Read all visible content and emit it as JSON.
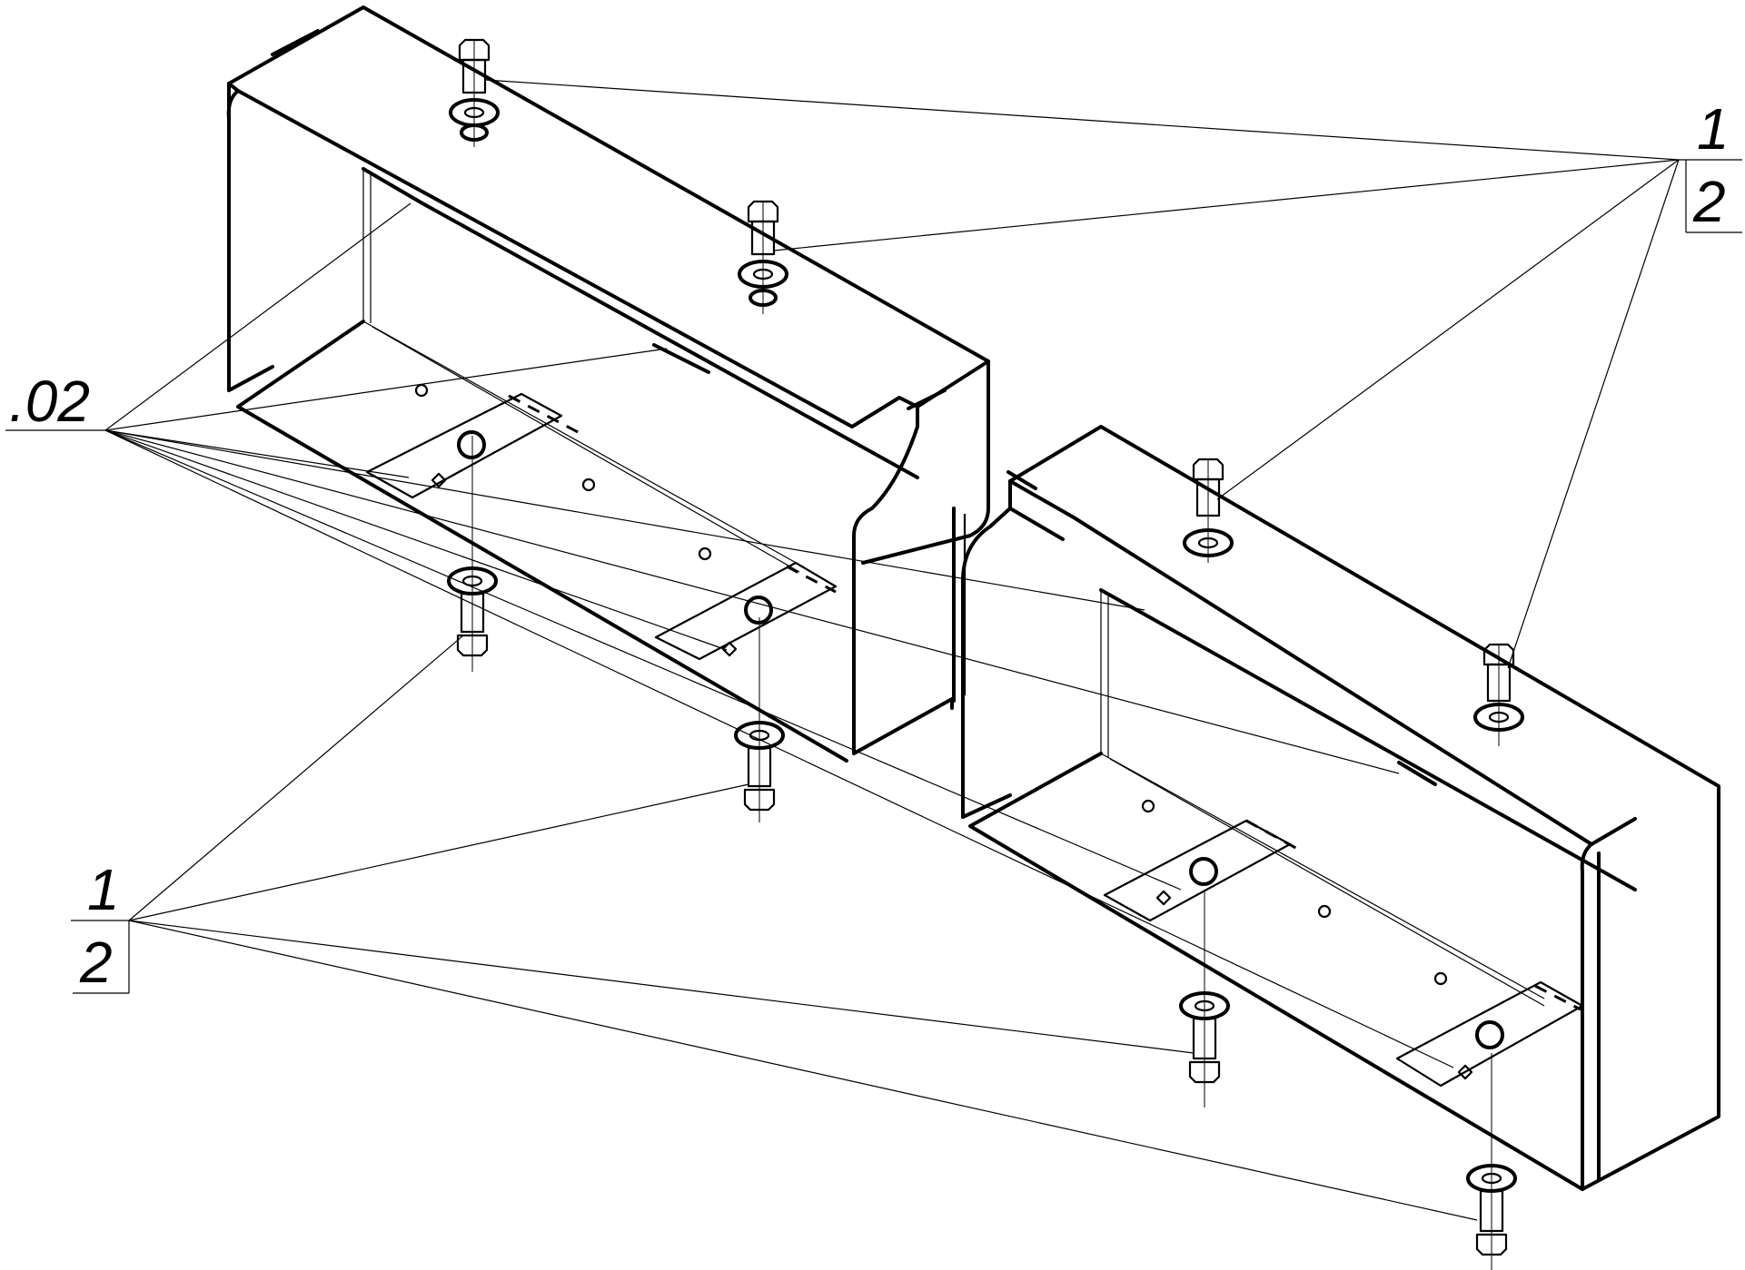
{
  "callouts": {
    "top_right": {
      "numerator": "1",
      "denominator": "2"
    },
    "bottom_left": {
      "numerator": "1",
      "denominator": "2"
    },
    "left": {
      "text": ".02"
    }
  },
  "colors": {
    "ink": "#000000",
    "paper": "#ffffff"
  }
}
